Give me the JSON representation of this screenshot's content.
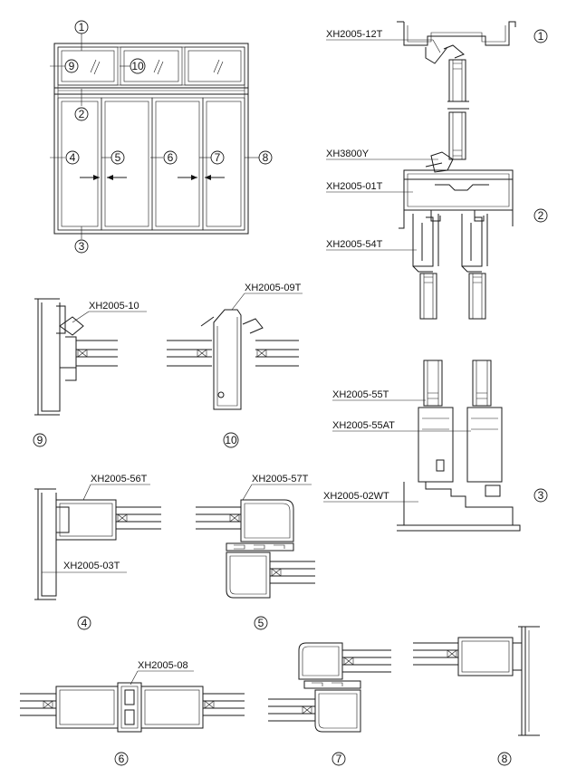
{
  "elevation": {
    "markers": [
      "1",
      "2",
      "3",
      "4",
      "5",
      "6",
      "7",
      "8",
      "9",
      "10"
    ]
  },
  "profiles": {
    "p12T": "XH2005-12T",
    "p3800Y": "XH3800Y",
    "p01T": "XH2005-01T",
    "p54T": "XH2005-54T",
    "p10": "XH2005-10",
    "p09T": "XH2005-09T",
    "p55T": "XH2005-55T",
    "p55AT": "XH2005-55AT",
    "p02WT": "XH2005-02WT",
    "p56T": "XH2005-56T",
    "p57T": "XH2005-57T",
    "p03T": "XH2005-03T",
    "p08": "XH2005-08"
  },
  "section_numbers": {
    "s1": "1",
    "s2": "2",
    "s3": "3",
    "s4": "4",
    "s5": "5",
    "s6": "6",
    "s7": "7",
    "s8": "8",
    "s9": "9",
    "s10": "10"
  }
}
